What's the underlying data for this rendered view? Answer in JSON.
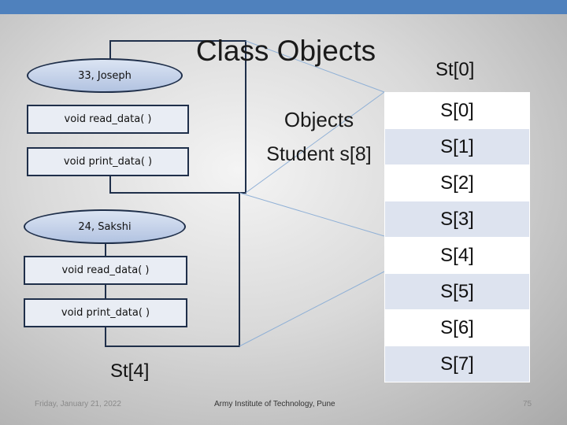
{
  "title": "Class Objects",
  "objects_label": "Objects",
  "declaration_label": "Student s[8]",
  "object_1": {
    "data_label": "33, Joseph",
    "method_read": "void read_data( )",
    "method_print": "void print_data( )"
  },
  "object_2": {
    "data_label": "24, Sakshi",
    "method_read": "void read_data( )",
    "method_print": "void print_data( )"
  },
  "object_2_caption": "St[4]",
  "array_caption": "St[0]",
  "array_cells": [
    "S[0]",
    "S[1]",
    "S[2]",
    "S[3]",
    "S[4]",
    "S[5]",
    "S[6]",
    "S[7]"
  ],
  "footer": {
    "date": "Friday, January 21, 2022",
    "center": "Army Institute of Technology, Pune",
    "page": "75"
  },
  "colors": {
    "accent_bar": "#4f81bd",
    "border": "#1f2f4a",
    "connector": "#7da0c8"
  }
}
